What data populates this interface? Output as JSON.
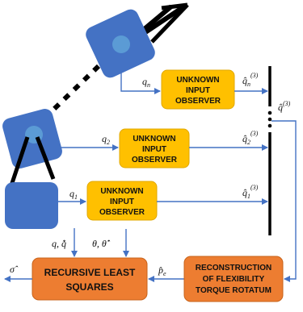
{
  "colors": {
    "robot_link": "#4472c4",
    "robot_joint": "#5b9bd5",
    "observer_box": "#ffc000",
    "process_box": "#ed7d31",
    "arrow": "#4472c4",
    "bar": "#000000"
  },
  "observers": [
    {
      "line1": "UNKNOWN",
      "line2": "INPUT",
      "line3": "OBSERVER",
      "input_label": "q_n",
      "output_label": "q̂_n^(3)"
    },
    {
      "line1": "UNKNOWN",
      "line2": "INPUT",
      "line3": "OBSERVER",
      "input_label": "q_2",
      "output_label": "q̂_2^(3)"
    },
    {
      "line1": "UNKNOWN",
      "line2": "INPUT",
      "line3": "OBSERVER",
      "input_label": "q_1",
      "output_label": "q̂_1^(3)"
    }
  ],
  "labels": {
    "qn": "q",
    "qn_sub": "n",
    "q2": "q",
    "q2_sub": "2",
    "q1": "q",
    "q1_sub": "1",
    "qhat_n": "q̂",
    "qhat_n_sub": "n",
    "qhat_2": "q̂",
    "qhat_2_sub": "2",
    "qhat_1": "q̂",
    "qhat_1_sub": "1",
    "sup3": "(3)",
    "qhat_bus": "q̂",
    "q_qhat": "q, q̂̇",
    "theta_thetahat": "θ, θ̂̇",
    "pe": "p̂",
    "pe_sub": "e",
    "sigma": "σ̂"
  },
  "rls_box": {
    "line1": "RECURSIVE LEAST",
    "line2": "SQUARES"
  },
  "recon_box": {
    "line1": "RECONSTRUCTION",
    "line2": "OF FLEXIBILITY",
    "line3": "TORQUE ROTATUM"
  }
}
